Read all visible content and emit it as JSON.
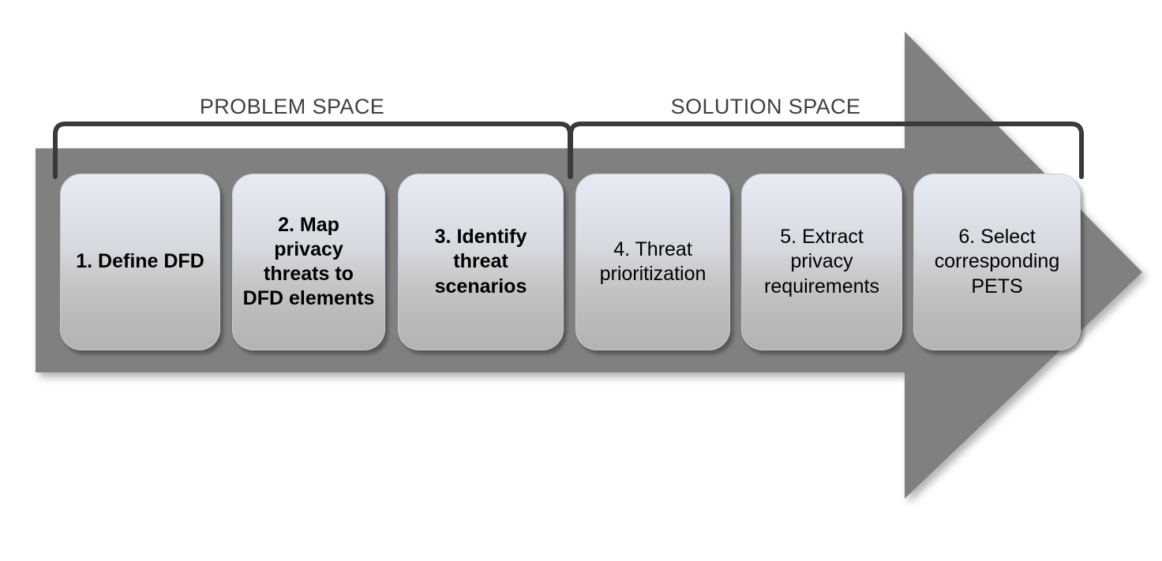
{
  "diagram": {
    "title": "Privacy threat modeling methodology process arrow",
    "arrow": {
      "name": "process-arrow",
      "color": "#808080",
      "direction": "right"
    },
    "spans": [
      {
        "id": "problem-space",
        "label": "PROBLEM SPACE",
        "color": "#3f3f3f",
        "covers_steps": [
          1,
          2,
          3
        ]
      },
      {
        "id": "solution-space",
        "label": "SOLUTION SPACE",
        "color": "#3f3f3f",
        "covers_steps": [
          4,
          5,
          6
        ]
      }
    ],
    "box_style": {
      "gradient_top": "#e6eaf2",
      "gradient_bottom": "#b3b3b3",
      "text_color": "#000000"
    },
    "steps": [
      {
        "number": "1",
        "label": "1. Define DFD",
        "weight": "bold",
        "span": "problem-space"
      },
      {
        "number": "2",
        "label": "2. Map privacy threats to DFD elements",
        "weight": "bold",
        "span": "problem-space"
      },
      {
        "number": "3",
        "label": "3. Identify threat scenarios",
        "weight": "bold",
        "span": "problem-space"
      },
      {
        "number": "4",
        "label": "4. Threat prioritization",
        "weight": "normal",
        "span": "solution-space"
      },
      {
        "number": "5",
        "label": "5. Extract privacy requirements",
        "weight": "normal",
        "span": "solution-space"
      },
      {
        "number": "6",
        "label": "6. Select corresponding PETS",
        "weight": "normal",
        "span": "solution-space"
      }
    ]
  }
}
